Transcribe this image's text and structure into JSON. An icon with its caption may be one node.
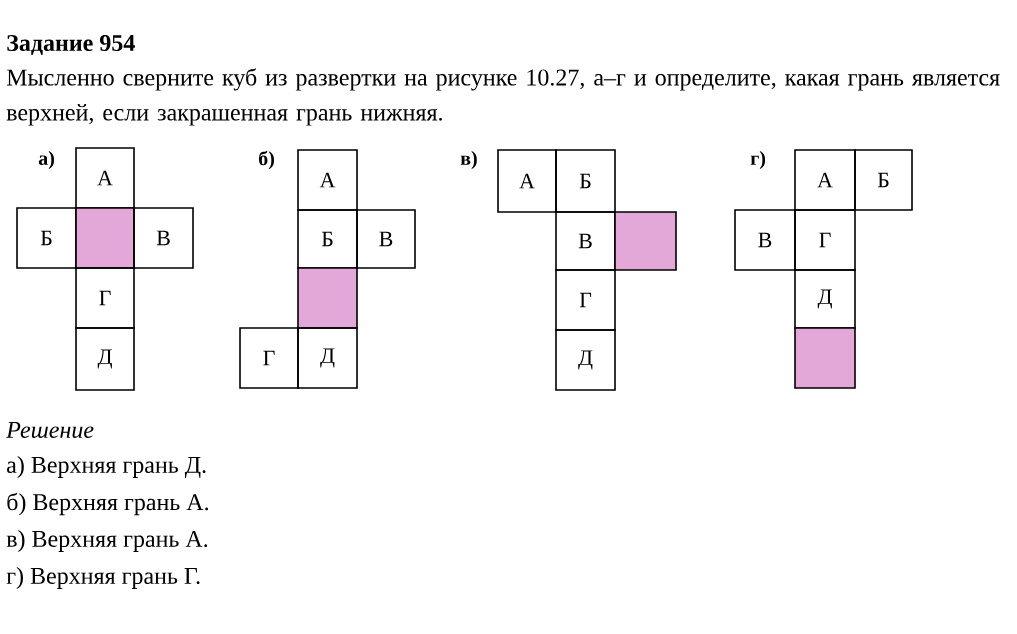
{
  "diagram": {
    "title": "Задание 954",
    "nodes": [
      {
        "text": [
          "А"
        ]
      },
      {
        "text": [
          "Б"
        ]
      },
      {
        "text": [],
        "shape": "box"
      },
      {
        "text": [
          "В"
        ]
      },
      {
        "text": [
          "Г"
        ]
      },
      {
        "text": [
          "Д"
        ]
      },
      {
        "text": [
          "А"
        ]
      },
      {
        "text": [
          "Б"
        ]
      },
      {
        "text": [
          "В"
        ]
      },
      {
        "text": [],
        "shape": "box"
      },
      {
        "text": [
          "Г"
        ]
      },
      {
        "text": [
          "Д"
        ]
      },
      {
        "text": [
          "А"
        ]
      },
      {
        "text": [
          "Б"
        ]
      },
      {
        "text": [
          "В"
        ]
      },
      {
        "text": [],
        "shape": "box"
      },
      {
        "text": [
          "Г"
        ]
      },
      {
        "text": [
          "Д"
        ]
      },
      {
        "text": [
          "А"
        ]
      },
      {
        "text": [
          "Б"
        ]
      },
      {
        "text": [
          "В"
        ]
      },
      {
        "text": [
          "Г"
        ]
      },
      {
        "text": [
          "Д"
        ]
      },
      {
        "text": [],
        "shape": "box"
      }
    ],
    "labels": [
      "Мысленно сверните куб из развертки на рисунке 10.27, а–г и определите, какая грань является верхней, если закрашенная грань нижняя.",
      "а)",
      "б)",
      "в)",
      "г)",
      "Решение",
      "а) Верхняя грань Д.",
      "б) Верхняя грань А.",
      "в) Верхняя грань А.",
      "г) Верхняя грань Г."
    ]
  }
}
